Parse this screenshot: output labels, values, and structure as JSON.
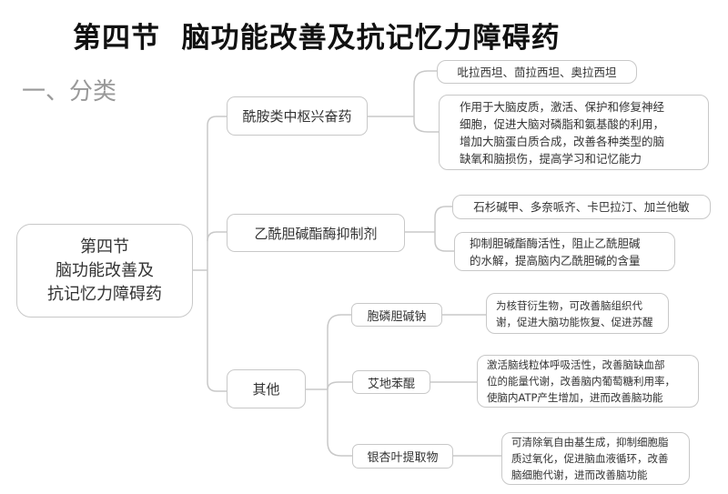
{
  "header": {
    "title": "第四节  脑功能改善及抗记忆力障碍药",
    "section": "一、分类"
  },
  "mindmap": {
    "root": {
      "lines": [
        "第四节",
        "脑功能改善及",
        "抗记忆力障碍药"
      ]
    },
    "categories": [
      {
        "label": "酰胺类中枢兴奋药",
        "children": [
          {
            "lines": [
              "吡拉西坦、茴拉西坦、奥拉西坦"
            ]
          },
          {
            "lines": [
              "作用于大脑皮质，激活、保护和修复神经",
              "细胞，促进大脑对磷脂和氨基酸的利用，",
              "增加大脑蛋白质合成，改善各种类型的脑",
              "缺氧和脑损伤，提高学习和记忆能力"
            ]
          }
        ]
      },
      {
        "label": "乙酰胆碱酯酶抑制剂",
        "children": [
          {
            "lines": [
              "石杉碱甲、多奈哌齐、卡巴拉汀、加兰他敏"
            ]
          },
          {
            "lines": [
              "抑制胆碱酯酶活性，阻止乙酰胆碱",
              "的水解，提高脑内乙酰胆碱的含量"
            ]
          }
        ]
      },
      {
        "label": "其他",
        "drugs": [
          {
            "label": "胞磷胆碱钠",
            "detail": [
              "为核苷衍生物，可改善脑组织代",
              "谢，促进大脑功能恢复、促进苏醒"
            ]
          },
          {
            "label": "艾地苯醌",
            "detail": [
              "激活脑线粒体呼吸活性，改善脑缺血部",
              "位的能量代谢，改善脑内葡萄糖利用率，",
              "使脑内ATP产生增加，进而改善脑功能"
            ]
          },
          {
            "label": "银杏叶提取物",
            "detail": [
              "可清除氧自由基生成，抑制细胞脂",
              "质过氧化，促进脑血液循环，改善",
              "脑细胞代谢，进而改善脑功能"
            ]
          }
        ]
      }
    ]
  },
  "colors": {
    "line": "#c8c8c8",
    "title": "#111111",
    "section": "#999999",
    "text": "#333333"
  }
}
